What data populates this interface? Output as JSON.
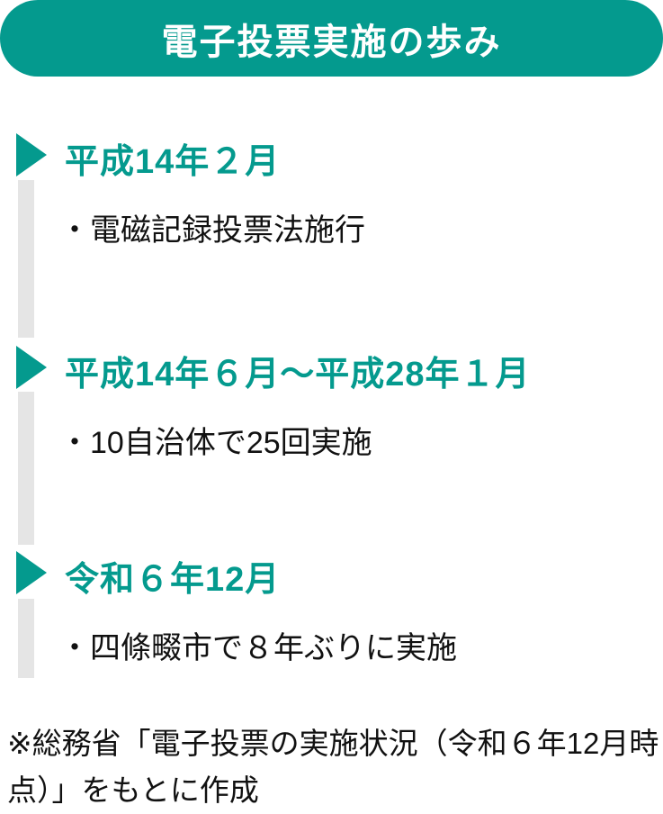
{
  "title": "電子投票実施の歩み",
  "accent_color": "#049a8e",
  "timeline": [
    {
      "heading": "平成14年２月",
      "item": "・電磁記録投票法施行"
    },
    {
      "heading": "平成14年６月～平成28年１月",
      "item": "・10自治体で25回実施"
    },
    {
      "heading": "令和６年12月",
      "item": "・四條畷市で８年ぶりに実施"
    }
  ],
  "footnote": "※総務省「電子投票の実施状況（令和６年12月時点）」をもとに作成"
}
